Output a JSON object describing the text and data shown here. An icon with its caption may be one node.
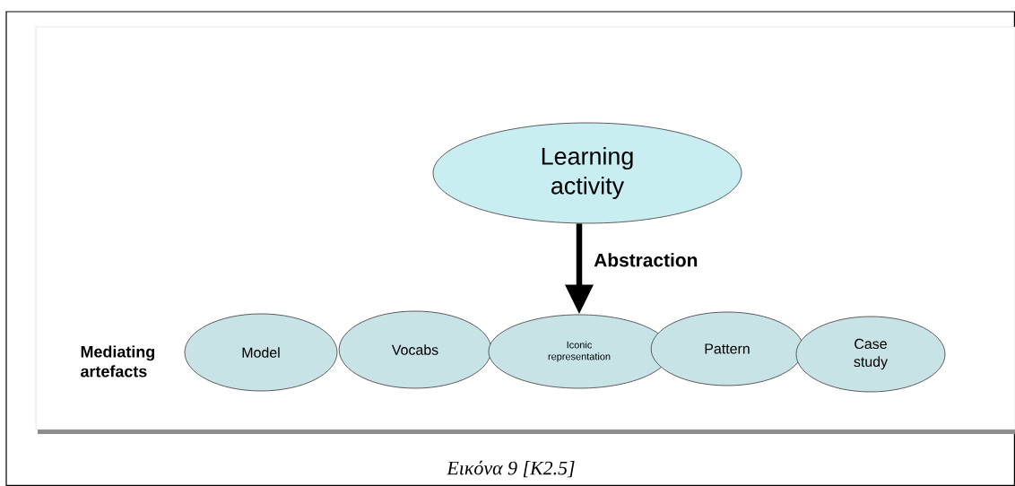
{
  "diagram": {
    "caption": "Εικόνα 9 [K2.5]",
    "nodes": [
      {
        "text": [
          "Learning activity"
        ]
      },
      {
        "text": [
          "Model"
        ]
      },
      {
        "text": [
          "Vocabs"
        ]
      },
      {
        "text": [
          "Iconic representation"
        ]
      },
      {
        "text": [
          "Pattern"
        ]
      },
      {
        "text": [
          "Case study"
        ]
      }
    ],
    "edges": [
      {
        "from": 0,
        "to": 3,
        "arrow": "to",
        "label": "Abstraction"
      }
    ],
    "labels": [
      "Mediating artefacts"
    ]
  }
}
